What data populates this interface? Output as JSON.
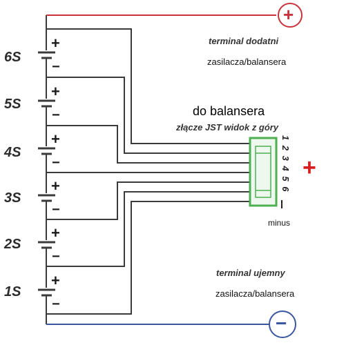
{
  "cells": [
    {
      "label": "6S"
    },
    {
      "label": "5S"
    },
    {
      "label": "4S"
    },
    {
      "label": "3S"
    },
    {
      "label": "2S"
    },
    {
      "label": "1S"
    }
  ],
  "cell_plus": "+",
  "cell_minus": "−",
  "positive_terminal": {
    "symbol": "+",
    "title": "terminal dodatni",
    "subtitle": "zasilacza/balansera",
    "color": "#c8323a"
  },
  "negative_terminal": {
    "symbol": "−",
    "title": "terminal ujemny",
    "subtitle": "zasilacza/balansera",
    "color": "#3a56a0"
  },
  "balancer": {
    "title": "do balansera",
    "subtitle": "złącze JST widok z góry",
    "pins": "1 2 3 4 5 6",
    "plus_mark": "+",
    "minus_label": "minus",
    "connector_color": "#4caf50"
  },
  "colors": {
    "wire": "#3a3a3a",
    "plus_red": "#d62020"
  }
}
